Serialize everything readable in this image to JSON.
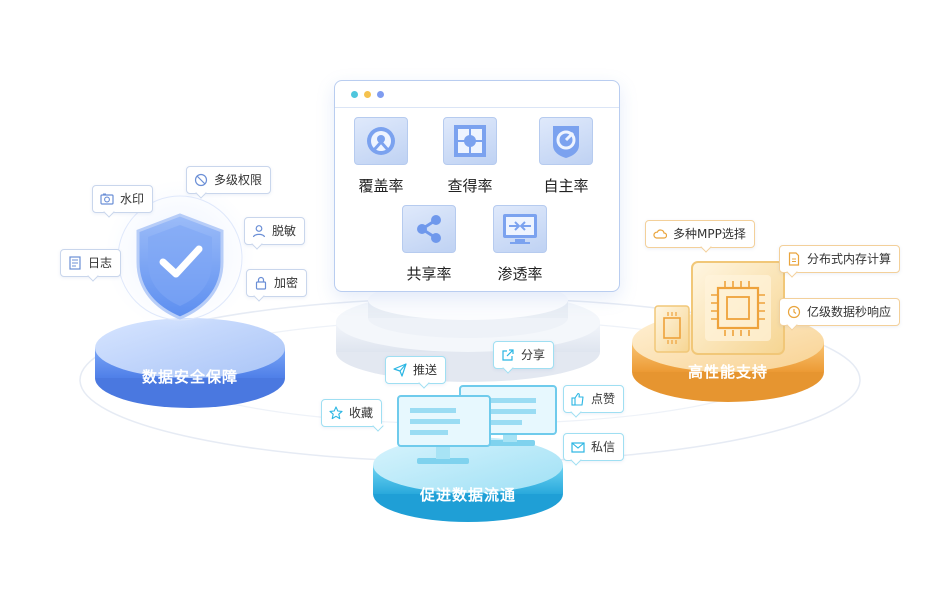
{
  "security": {
    "label": "数据安全保障",
    "tags": [
      "日志",
      "水印",
      "多级权限",
      "脱敏",
      "加密"
    ]
  },
  "metrics": {
    "items": [
      "覆盖率",
      "查得率",
      "自主率",
      "共享率",
      "渗透率"
    ]
  },
  "flow": {
    "label": "促进数据流通",
    "tags": [
      "推送",
      "分享",
      "点赞",
      "收藏",
      "私信"
    ]
  },
  "performance": {
    "label": "高性能支持",
    "tags": [
      "多种MPP选择",
      "分布式内存计算",
      "亿级数据秒响应"
    ]
  },
  "colors": {
    "blue": "#5b8ef2",
    "cyan": "#3fbde8",
    "orange": "#f2a948",
    "window_dot_1": "#4fc6dd",
    "window_dot_2": "#f5c24e",
    "window_dot_3": "#7f9cf0"
  }
}
